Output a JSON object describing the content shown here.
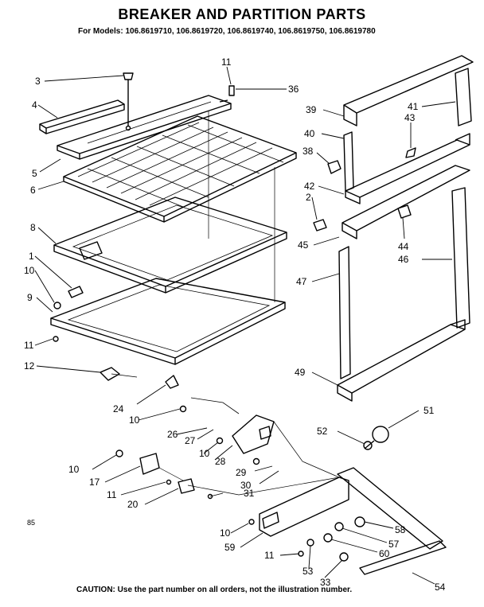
{
  "title": "BREAKER AND PARTITION PARTS",
  "models_line": "For Models: 106.8619710, 106.8619720, 106.8619740, 106.8619750, 106.8619780",
  "caution": "CAUTION: Use the part number on all orders, not the illustration number.",
  "page_code": "85",
  "callouts": [
    "3",
    "4",
    "5",
    "6",
    "8",
    "1",
    "10",
    "9",
    "11",
    "12",
    "11",
    "36",
    "39",
    "40",
    "38",
    "42",
    "2",
    "45",
    "47",
    "49",
    "41",
    "43",
    "44",
    "46",
    "24",
    "10",
    "26",
    "27",
    "10",
    "28",
    "29",
    "30",
    "31",
    "17",
    "10",
    "11",
    "20",
    "52",
    "51",
    "10",
    "59",
    "11",
    "53",
    "33",
    "58",
    "57",
    "60",
    "54"
  ]
}
